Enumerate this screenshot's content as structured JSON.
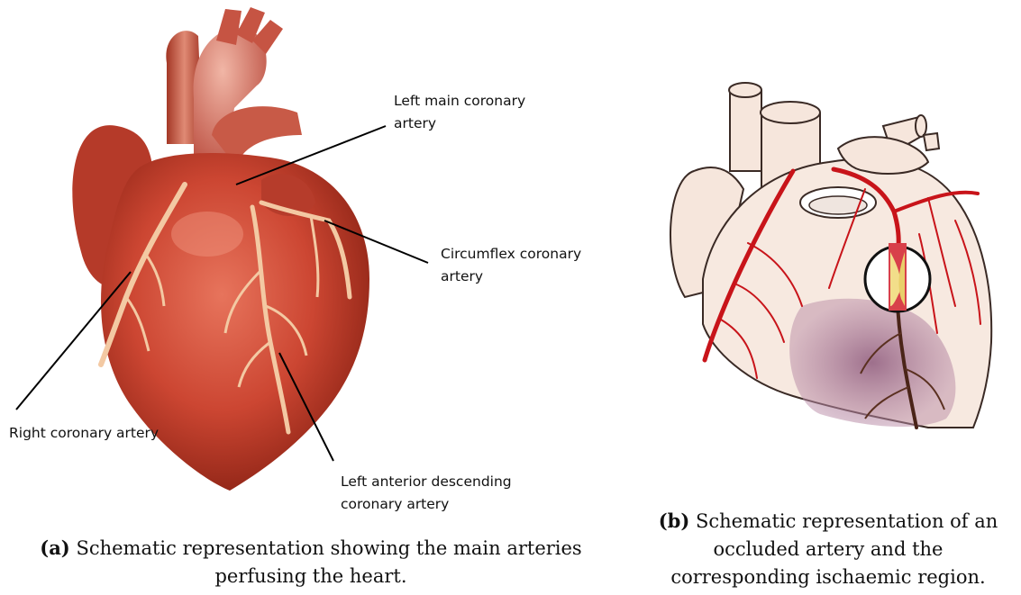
{
  "panel_a": {
    "labels": {
      "left_main_1": "Left main coronary",
      "left_main_2": "artery",
      "circumflex_1": "Circumflex coronary",
      "circumflex_2": "artery",
      "right": "Right coronary artery",
      "lad_1": "Left anterior descending",
      "lad_2": "coronary artery"
    },
    "caption_tag": "(a)",
    "caption_line1": "Schematic representation showing the main arteries",
    "caption_line2": "perfusing the heart."
  },
  "panel_b": {
    "caption_tag": "(b)",
    "caption_line1": "Schematic representation of an",
    "caption_line2": "occluded artery and the",
    "caption_line3": "corresponding ischaemic region."
  },
  "colors": {
    "heart_red": "#c8402e",
    "heart_dark": "#8e2418",
    "artery_cream": "#f3c9a3",
    "artery_red": "#c8141a",
    "ischaemia": "#9a6a8a",
    "heart_pale": "#f6e6dc"
  }
}
